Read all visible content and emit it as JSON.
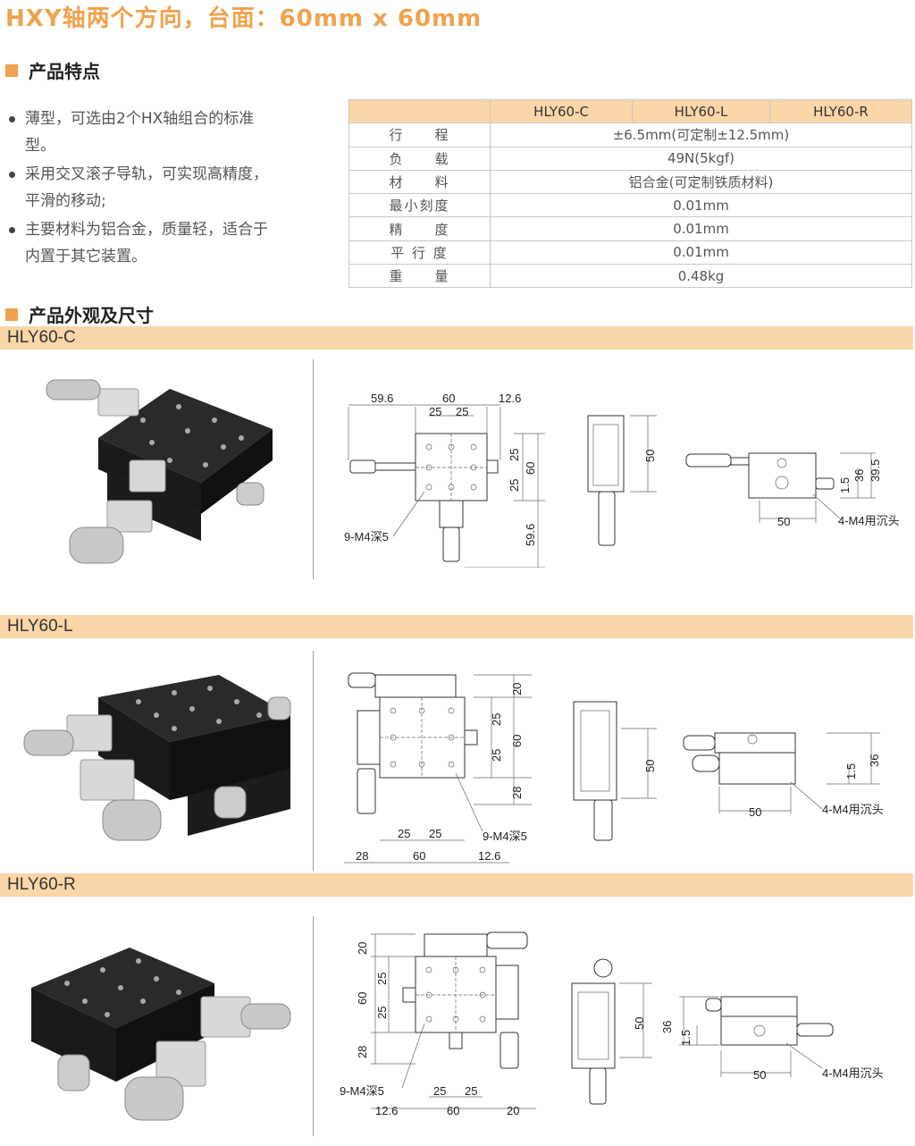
{
  "title": "HXY轴两个方向，台面：60mm x 60mm",
  "features_heading": "产品特点",
  "features": [
    "薄型，可选由2个HX轴组合的标准型。",
    "采用交叉滚子导轨，可实现高精度，平滑的移动;",
    "主要材料为铝合金，质量轻，适合于内置于其它装置。"
  ],
  "spec_table": {
    "models": [
      "HLY60-C",
      "HLY60-L",
      "HLY60-R"
    ],
    "rows": [
      {
        "label": "行　　程",
        "value": "±6.5mm(可定制±12.5mm)"
      },
      {
        "label": "负　　载",
        "value": "49N(5kgf)"
      },
      {
        "label": "材　　料",
        "value": "铝合金(可定制铁质材料)"
      },
      {
        "label": "最小刻度",
        "value": "0.01mm"
      },
      {
        "label": "精　　度",
        "value": "0.01mm"
      },
      {
        "label": "平 行 度",
        "value": "0.01mm"
      },
      {
        "label": "重　　量",
        "value": "0.48kg"
      }
    ]
  },
  "appearance_heading": "产品外观及尺寸",
  "models": [
    {
      "name": "HLY60-C",
      "dims": {
        "a": "59.6",
        "b": "60",
        "c": "12.6",
        "d": "25",
        "e": "25",
        "f": "25",
        "g": "60",
        "h": "25",
        "i": "59.6",
        "j": "9-M4深5",
        "k": "50",
        "l": "50",
        "m": "36",
        "n": "39.5",
        "o": "1.5",
        "p": "4-M4用沉头"
      }
    },
    {
      "name": "HLY60-L",
      "dims": {
        "a": "20",
        "b": "25",
        "c": "60",
        "d": "25",
        "e": "28",
        "f": "25",
        "g": "25",
        "h": "9-M4深5",
        "i": "28",
        "j": "60",
        "k": "12.6",
        "l": "50",
        "m": "36",
        "n": "1.5",
        "o": "50",
        "p": "4-M4用沉头"
      }
    },
    {
      "name": "HLY60-R",
      "dims": {
        "a": "20",
        "b": "25",
        "c": "60",
        "d": "25",
        "e": "28",
        "f": "9-M4深5",
        "g": "25",
        "h": "25",
        "i": "12.6",
        "j": "60",
        "k": "20",
        "l": "50",
        "m": "36",
        "n": "1.5",
        "o": "50",
        "p": "4-M4用沉头"
      }
    }
  ]
}
